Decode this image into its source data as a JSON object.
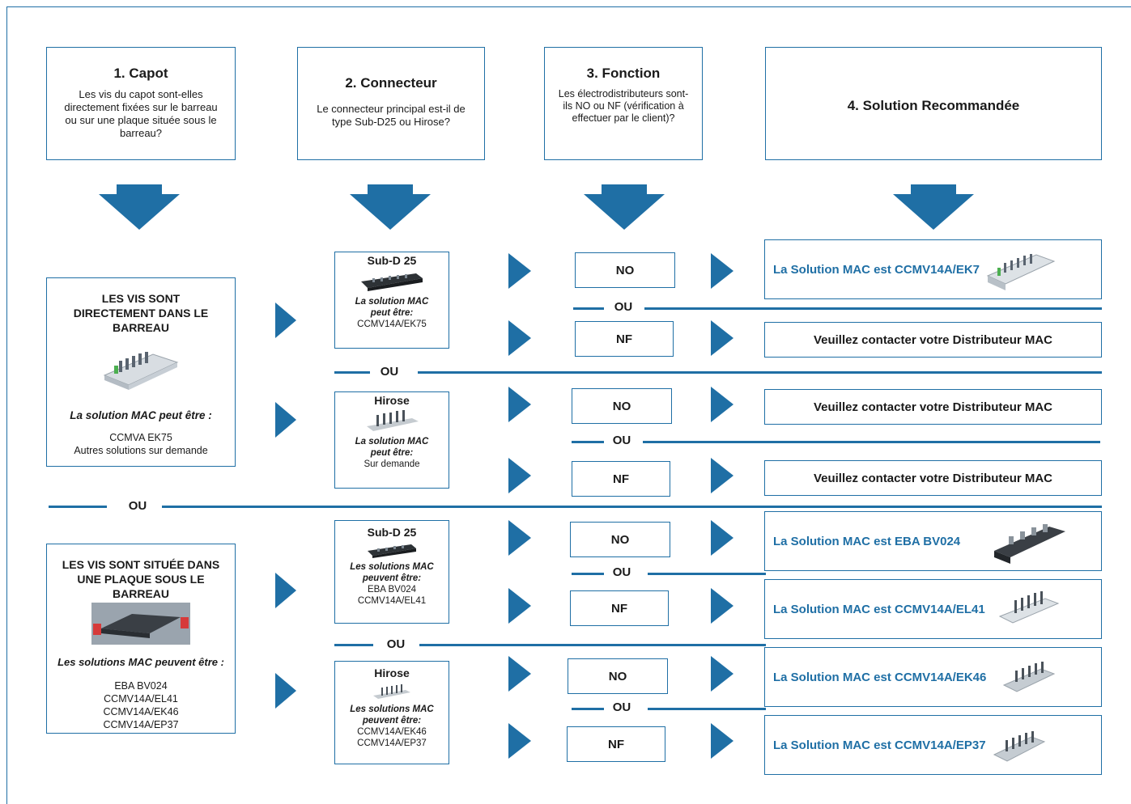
{
  "headers": [
    {
      "title": "1. Capot",
      "text": "Les vis du capot sont-elles directement fixées sur le barreau ou sur une plaque située sous le barreau?"
    },
    {
      "title": "2. Connecteur",
      "text": "Le connecteur principal est-il de type Sub-D25 ou Hirose?"
    },
    {
      "title": "3. Fonction",
      "text": "Les électrodistributeurs sont-ils NO ou NF (vérification à effectuer par le client)?"
    },
    {
      "title": "4. Solution Recommandée"
    }
  ],
  "ou_label": "OU",
  "left": [
    {
      "title": "LES VIS SONT DIRECTEMENT DANS LE BARREAU",
      "it": "La solution MAC peut être :",
      "values": [
        "CCMVA EK75",
        "Autres solutions sur demande"
      ]
    },
    {
      "title": "LES VIS SONT SITUÉE DANS UNE PLAQUE SOUS LE BARREAU",
      "it": "Les solutions MAC peuvent être :",
      "values": [
        "EBA BV024",
        "CCMV14A/EL41",
        "CCMV14A/EK46",
        "CCMV14A/EP37"
      ]
    }
  ],
  "connectors": [
    {
      "title": "Sub-D 25",
      "it": "La solution MAC peut être:",
      "values": [
        "CCMV14A/EK75"
      ]
    },
    {
      "title": "Hirose",
      "it": "La solution MAC peut être:",
      "values": [
        "Sur demande"
      ]
    },
    {
      "title": "Sub-D 25",
      "it": "Les solutions MAC peuvent être:",
      "values": [
        "EBA BV024",
        "CCMV14A/EL41"
      ]
    },
    {
      "title": "Hirose",
      "it": "Les solutions MAC peuvent être:",
      "values": [
        "CCMV14A/EK46",
        "CCMV14A/EP37"
      ]
    }
  ],
  "functions": [
    "NO",
    "NF",
    "NO",
    "NF",
    "NO",
    "NF",
    "NO",
    "NF"
  ],
  "solutions": [
    "La Solution MAC est CCMV14A/EK7",
    "Veuillez contacter votre Distributeur MAC",
    "Veuillez contacter votre Distributeur MAC",
    "Veuillez contacter votre Distributeur MAC",
    "La Solution MAC est EBA BV024",
    "La Solution MAC est CCMV14A/EL41",
    "La Solution MAC est CCMV14A/EK46",
    "La Solution MAC est CCMV14A/EP37"
  ],
  "colors": {
    "accent": "#1f6fa5"
  }
}
